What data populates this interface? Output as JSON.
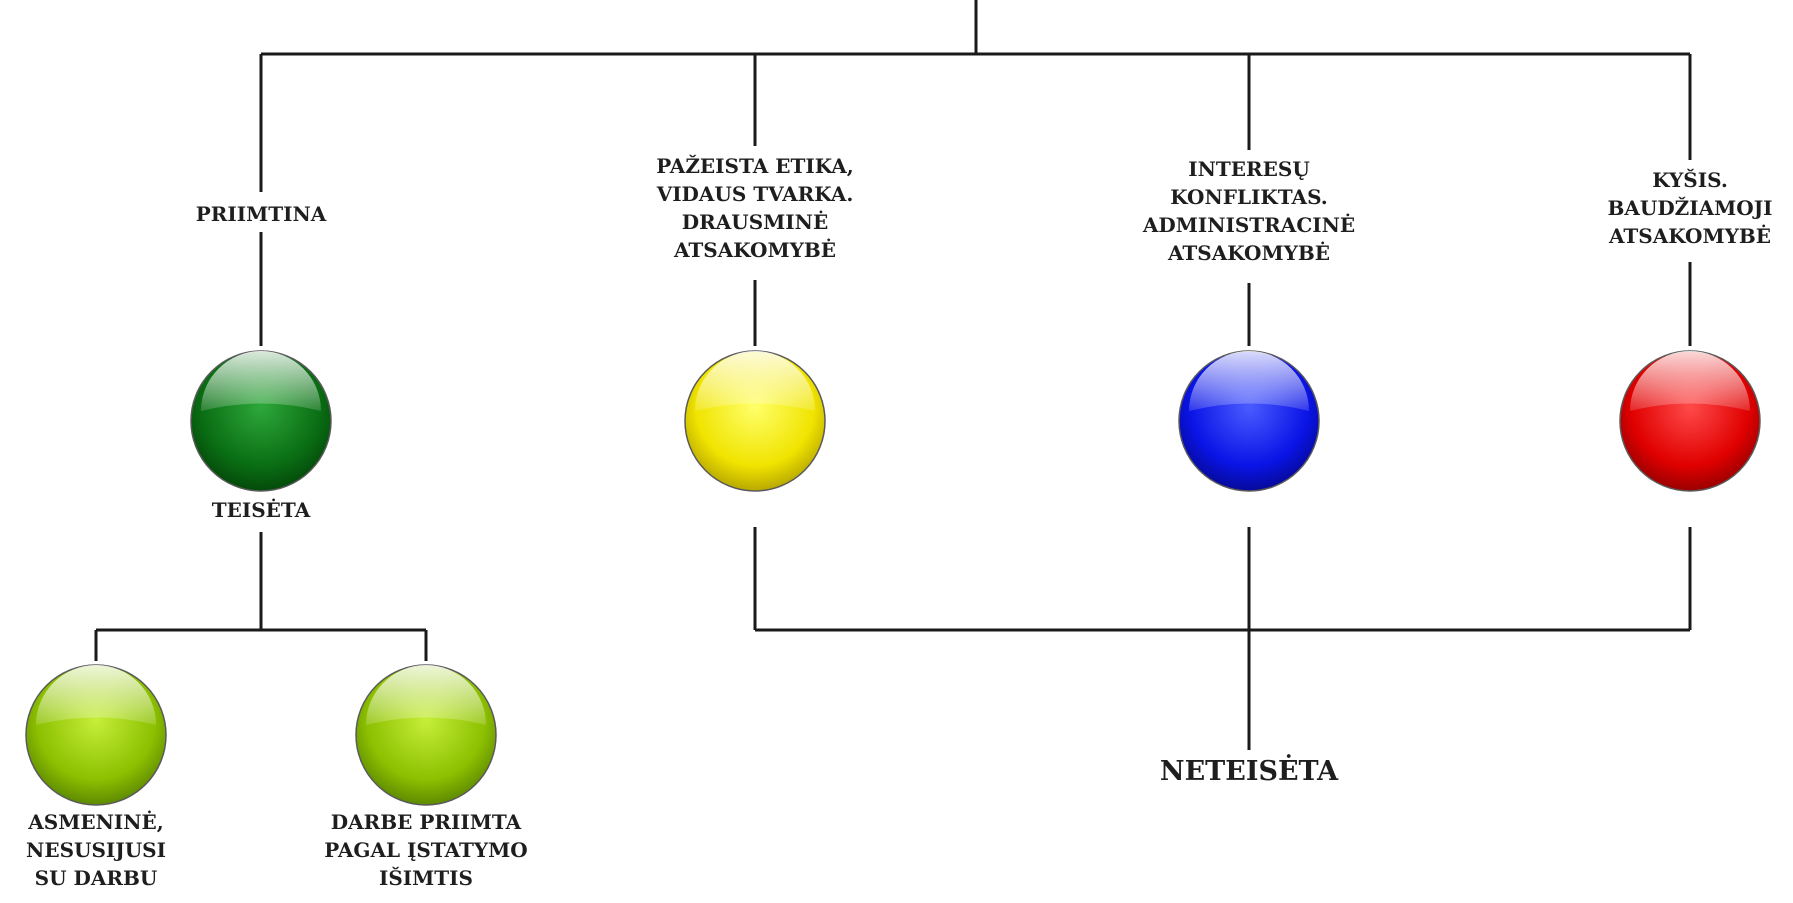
{
  "diagram": {
    "categories": {
      "acceptable": "PRIIMTINA",
      "ethics": "PAŽEISTA ETIKA,\nVIDAUS TVARKA.\nDRAUSMINĖ\nATSAKOMYBĖ",
      "conflict": "INTERESŲ\nKONFLIKTAS.\nADMINISTRACINĖ\nATSAKOMYBĖ",
      "bribe": "KYŠIS.\nBAUDŽIAMOJI\nATSAKOMYBĖ"
    },
    "legal": "TEISĖTA",
    "illegal": "NETEISĖTA",
    "subcategories": {
      "personal": "ASMENINĖ,\nNESUSIJUSI\nSU DARBU",
      "exception": "DARBE PRIIMTA\nPAGAL ĮSTATYMO\nIŠIMTIS"
    },
    "colors": {
      "line": "#1a1a1a",
      "green": "#0a6e14",
      "yellow": "#f0e400",
      "blue": "#0a14e6",
      "red": "#e00000",
      "lightgreen": "#8cc000"
    }
  }
}
